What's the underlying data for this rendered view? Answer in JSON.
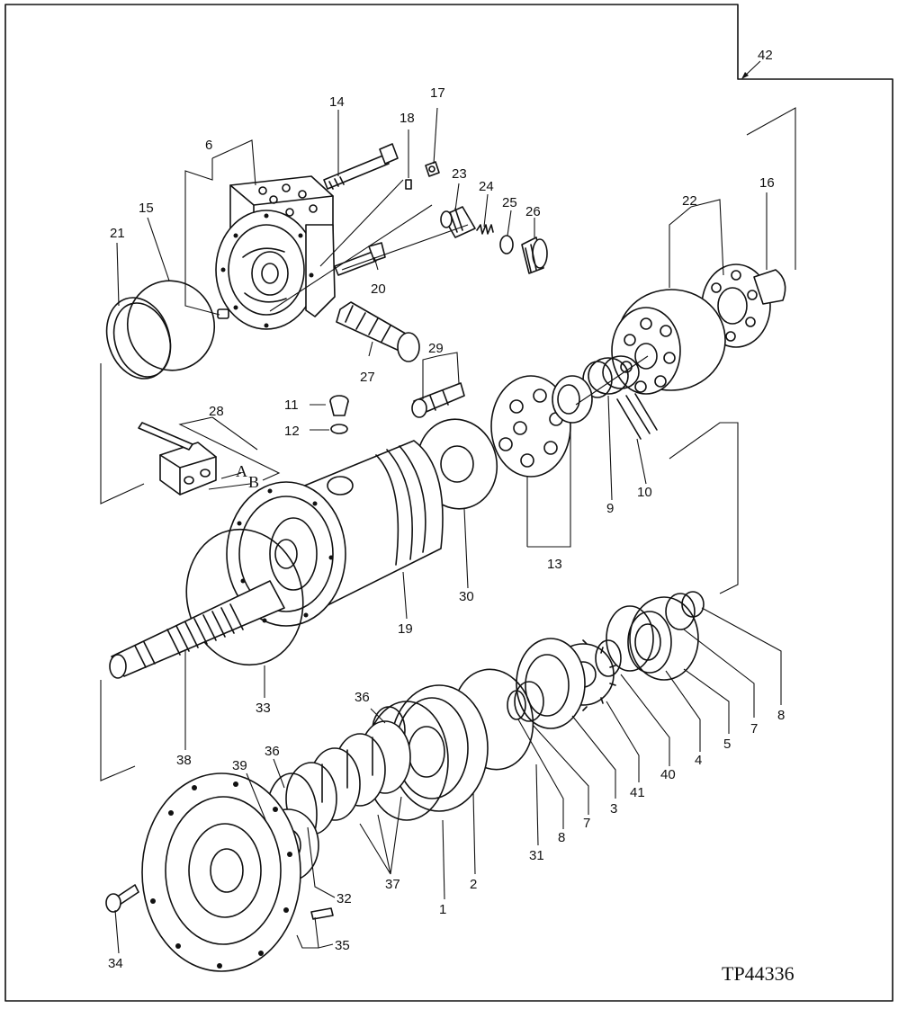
{
  "figure_id": "TP44336",
  "callouts": {
    "c1": "1",
    "c2": "2",
    "c3": "3",
    "c4": "4",
    "c5": "5",
    "c6": "6",
    "c7a": "7",
    "c7b": "7",
    "c8a": "8",
    "c8b": "8",
    "c9": "9",
    "c10": "10",
    "c11": "11",
    "c12": "12",
    "c13": "13",
    "c14": "14",
    "c15": "15",
    "c16": "16",
    "c17": "17",
    "c18": "18",
    "c19": "19",
    "c20": "20",
    "c21": "21",
    "c22": "22",
    "c23": "23",
    "c24": "24",
    "c25": "25",
    "c26": "26",
    "c27": "27",
    "c28": "28",
    "c29": "29",
    "c30": "30",
    "c31": "31",
    "c32": "32",
    "c33": "33",
    "c34": "34",
    "c35": "35",
    "c36a": "36",
    "c36b": "36",
    "c37": "37",
    "c38": "38",
    "c39": "39",
    "c40": "40",
    "c41": "41",
    "c42": "42"
  },
  "port_labels": {
    "a": "A",
    "b": "B"
  }
}
